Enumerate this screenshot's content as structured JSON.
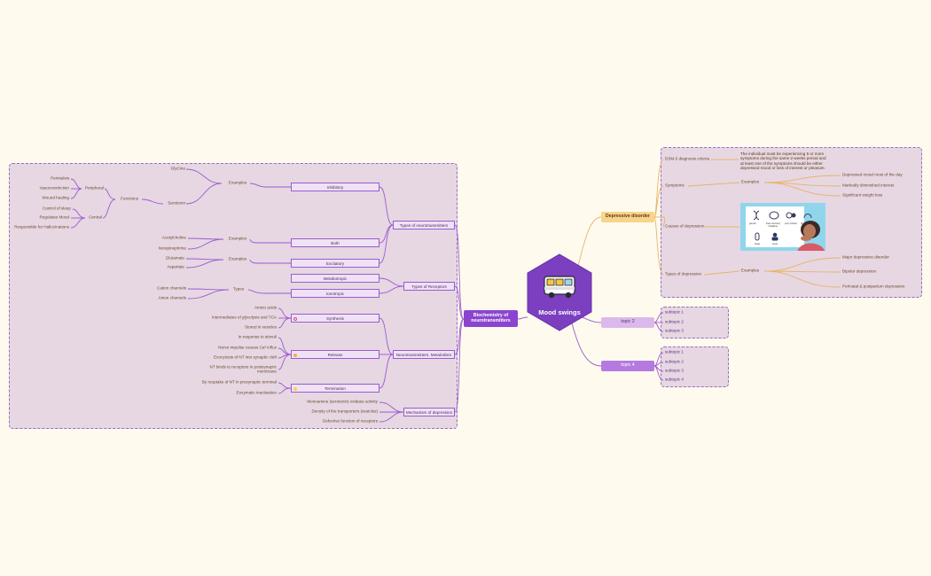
{
  "central": {
    "title": "Mood swings",
    "icon": "bus-icon"
  },
  "main_topics": {
    "biochem": "Biochemistry of neurotransmitters",
    "depressive": "Depressive disorder",
    "topic2": "topic 2",
    "topic4": "topic 4"
  },
  "left": {
    "types_nt": "Types of neurotransmitters",
    "inhibitory": "Inhibitory",
    "both": "Both",
    "excitatory": "Excitatory",
    "examples1": "Examples",
    "examples2": "Examples",
    "examples3": "Examples",
    "glycine": "GlyCine",
    "serotonin": "Serotonin",
    "functions": "Functions",
    "peripheral": "Peripheral",
    "central": "Central",
    "peristalsis": "Peristalsis",
    "vasoconstriction": "Vasoconstriction",
    "wound": "Wound healing",
    "sleep": "Control of sleep",
    "mood": "Regulates Mood",
    "halluc": "Responsible for Hallucinations",
    "acetylcholine": "Acetylcholine",
    "norepinephrine": "Norepinephrine",
    "glutamate": "Glutamate",
    "aspartate": "Aspartate",
    "types_receptors": "Types of Receptors",
    "metabotropic": "Metabotropic",
    "ionotropic": "Ionotropic",
    "types": "Types",
    "cation": "Cation channels",
    "anion": "Anion channels",
    "metabolism": "Neurotransmitters. Metabolism",
    "synthesis": "Synthesis",
    "release": "Release",
    "termination": "Termination",
    "amino": "Amino acids",
    "intermediates": "Intermediates of glycolysis and TCA",
    "stored": "Stored in vesicles",
    "stimuli": "In response to stimuli",
    "nerve": "Nerve impulse causes Ca² influx",
    "exocytosis": "Exocytosis of NT into synaptic cleft",
    "binds": "NT binds to receptors in postsynaptic membrane",
    "reuptake": "By reuptake of NT in presynaptic terminal",
    "enzymatic": "Enzymatic inactivation",
    "mechanism": "Mechanism of depression",
    "monoamine": "Monoamine (serotonin) oxidase activity",
    "density": "Density of the transporters (vesicles)",
    "defective": "Defective function of receptors"
  },
  "right": {
    "dsm": "DSM-5 diagnosis criteria",
    "dsm_text": "The individual must be experiencing 5 or more symptoms during the same 2-weeks period and at least one of the symptoms should be either depressed mood or loss of interest or pleasure.",
    "symptoms": "Symptoms",
    "examples_s": "Examples",
    "s1": "Depressed mood most of the day",
    "s2": "Markedly diminished interest",
    "s3": "Significant weight loss",
    "causes": "Causes of depression",
    "cause_labels": [
      "genetic",
      "brain chemistry imbalance",
      "poor nutrition",
      "physical health issues",
      "drugs",
      "stress"
    ],
    "types_dep": "Types of depression",
    "examples_t": "Examples",
    "t1": "Major depressive disorder",
    "t2": "Bipolar depression",
    "t3": "Perinatal & postpartum depression",
    "sub2": [
      "subtopic 1",
      "subtopic 2",
      "subtopic 3"
    ],
    "sub4": [
      "subtopic 1",
      "subtopic 2",
      "subtopic 3",
      "subtopic 4"
    ]
  },
  "colors": {
    "background": "#fefbee",
    "panel": "#e6d7e2",
    "purple": "#7b3fbf",
    "line_purple": "#9b5bd0",
    "line_orange": "#e8b36a",
    "depressive_fill": "#f8d48a",
    "topic2_fill": "#dcb9ec",
    "topic4_fill": "#b47ae0"
  }
}
